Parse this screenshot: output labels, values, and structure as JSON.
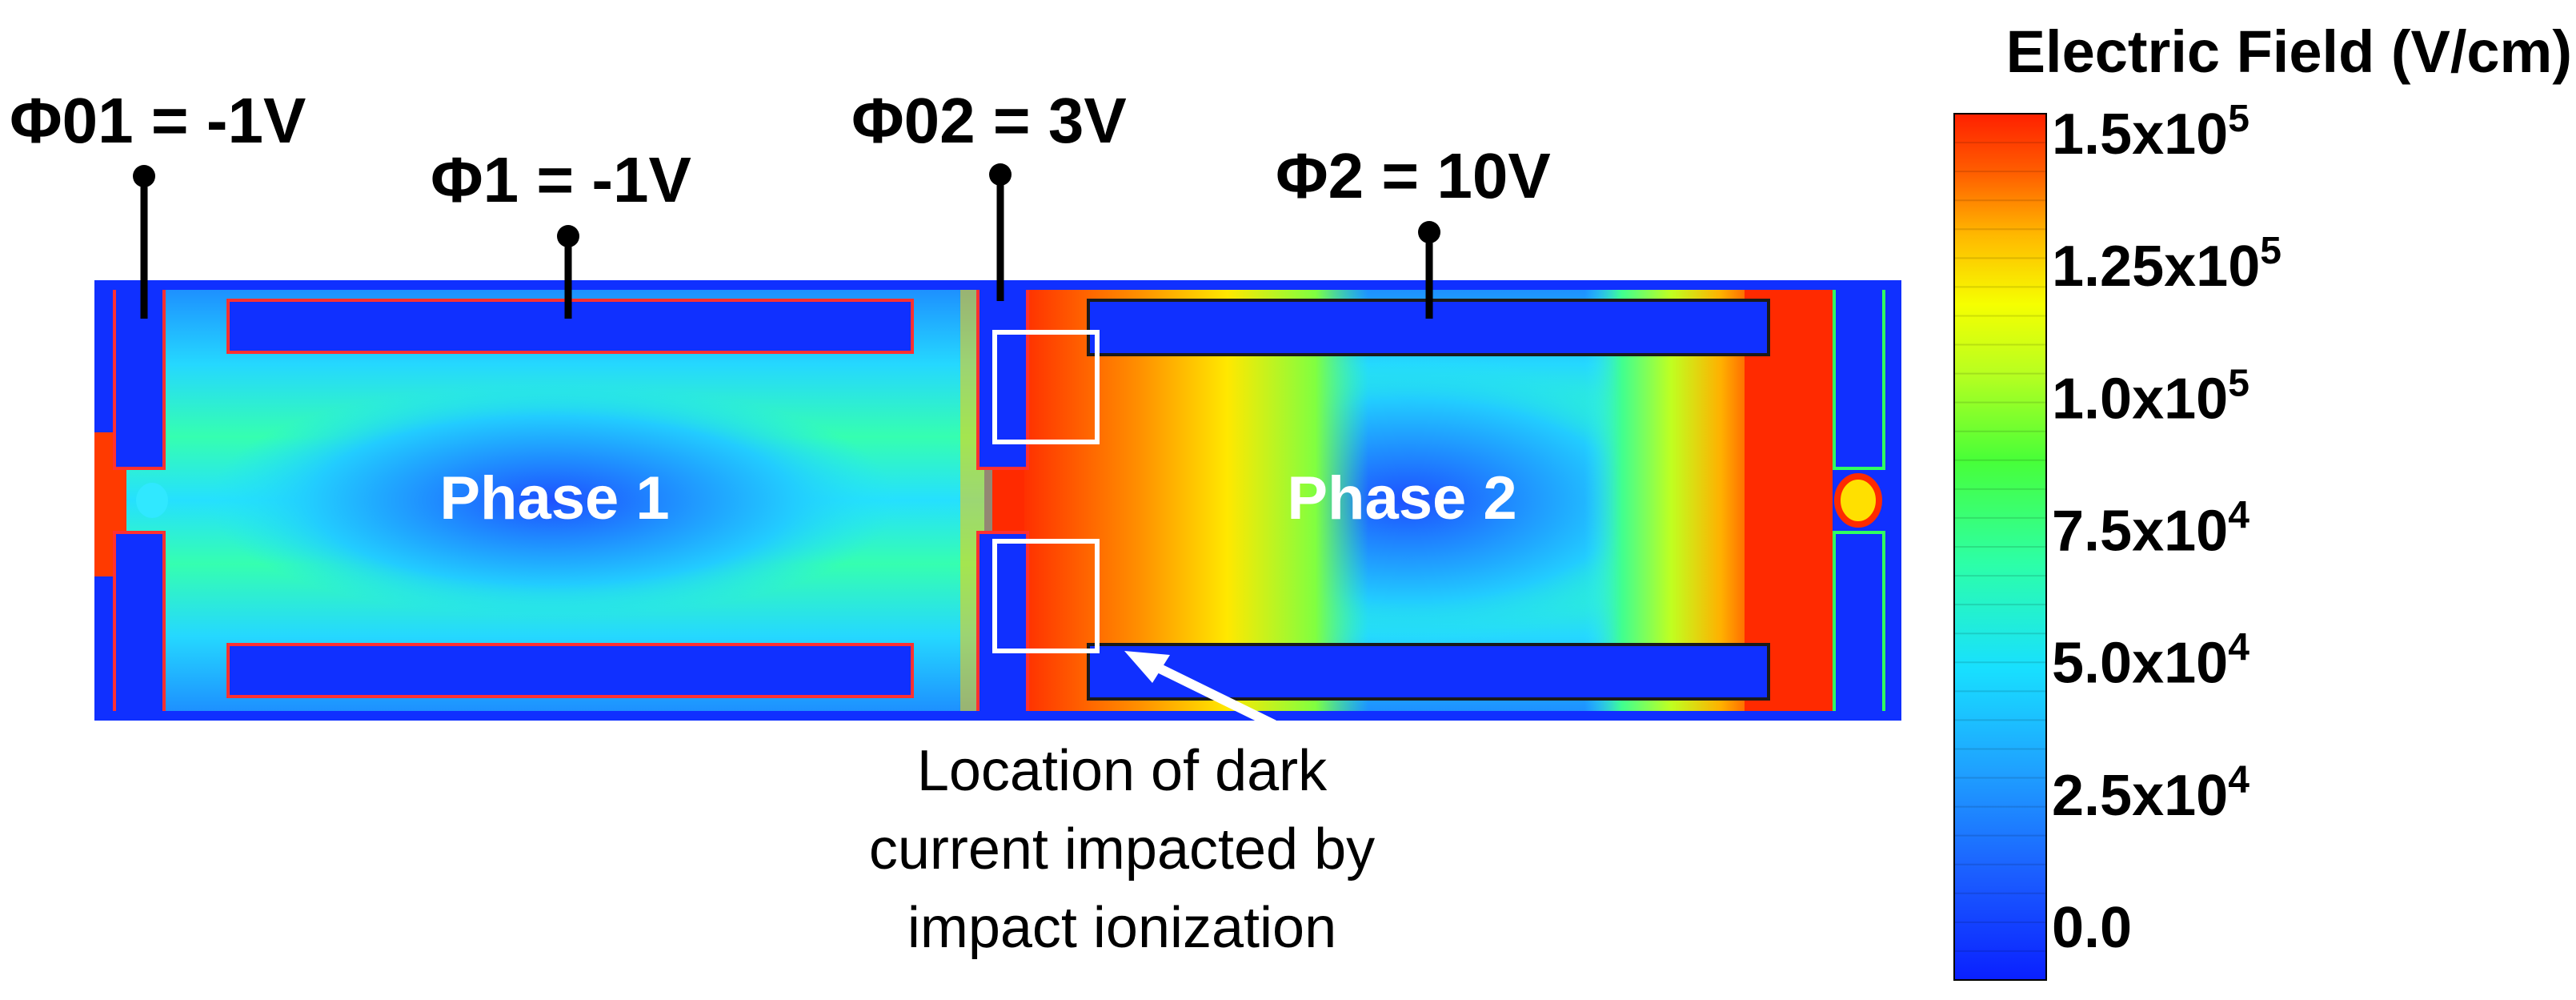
{
  "electrode_labels": {
    "phi01": "Φ01 = -1V",
    "phi1": "Φ1 = -1V",
    "phi02": "Φ02 = 3V",
    "phi2": "Φ2 = 10V"
  },
  "phases": {
    "phase1": "Phase 1",
    "phase2": "Phase 2"
  },
  "annotation": {
    "line1": "Location of dark",
    "line2": "current impacted by",
    "line3": "impact ionization"
  },
  "colorbar": {
    "title": "Electric Field (V/cm)",
    "ticks": [
      {
        "mantissa": "1.5x10",
        "exp": "5"
      },
      {
        "mantissa": "1.25x10",
        "exp": "5"
      },
      {
        "mantissa": "1.0x10",
        "exp": "5"
      },
      {
        "mantissa": "7.5x10",
        "exp": "4"
      },
      {
        "mantissa": "5.0x10",
        "exp": "4"
      },
      {
        "mantissa": "2.5x10",
        "exp": "4"
      },
      {
        "mantissa": "0.0",
        "exp": ""
      }
    ],
    "colors": [
      "#1030ff",
      "#1d6bff",
      "#25a0ff",
      "#20d8ff",
      "#30ff90",
      "#7bff30",
      "#ccff20",
      "#ffee00",
      "#ffb000",
      "#ff6800",
      "#ff2a00"
    ]
  }
}
